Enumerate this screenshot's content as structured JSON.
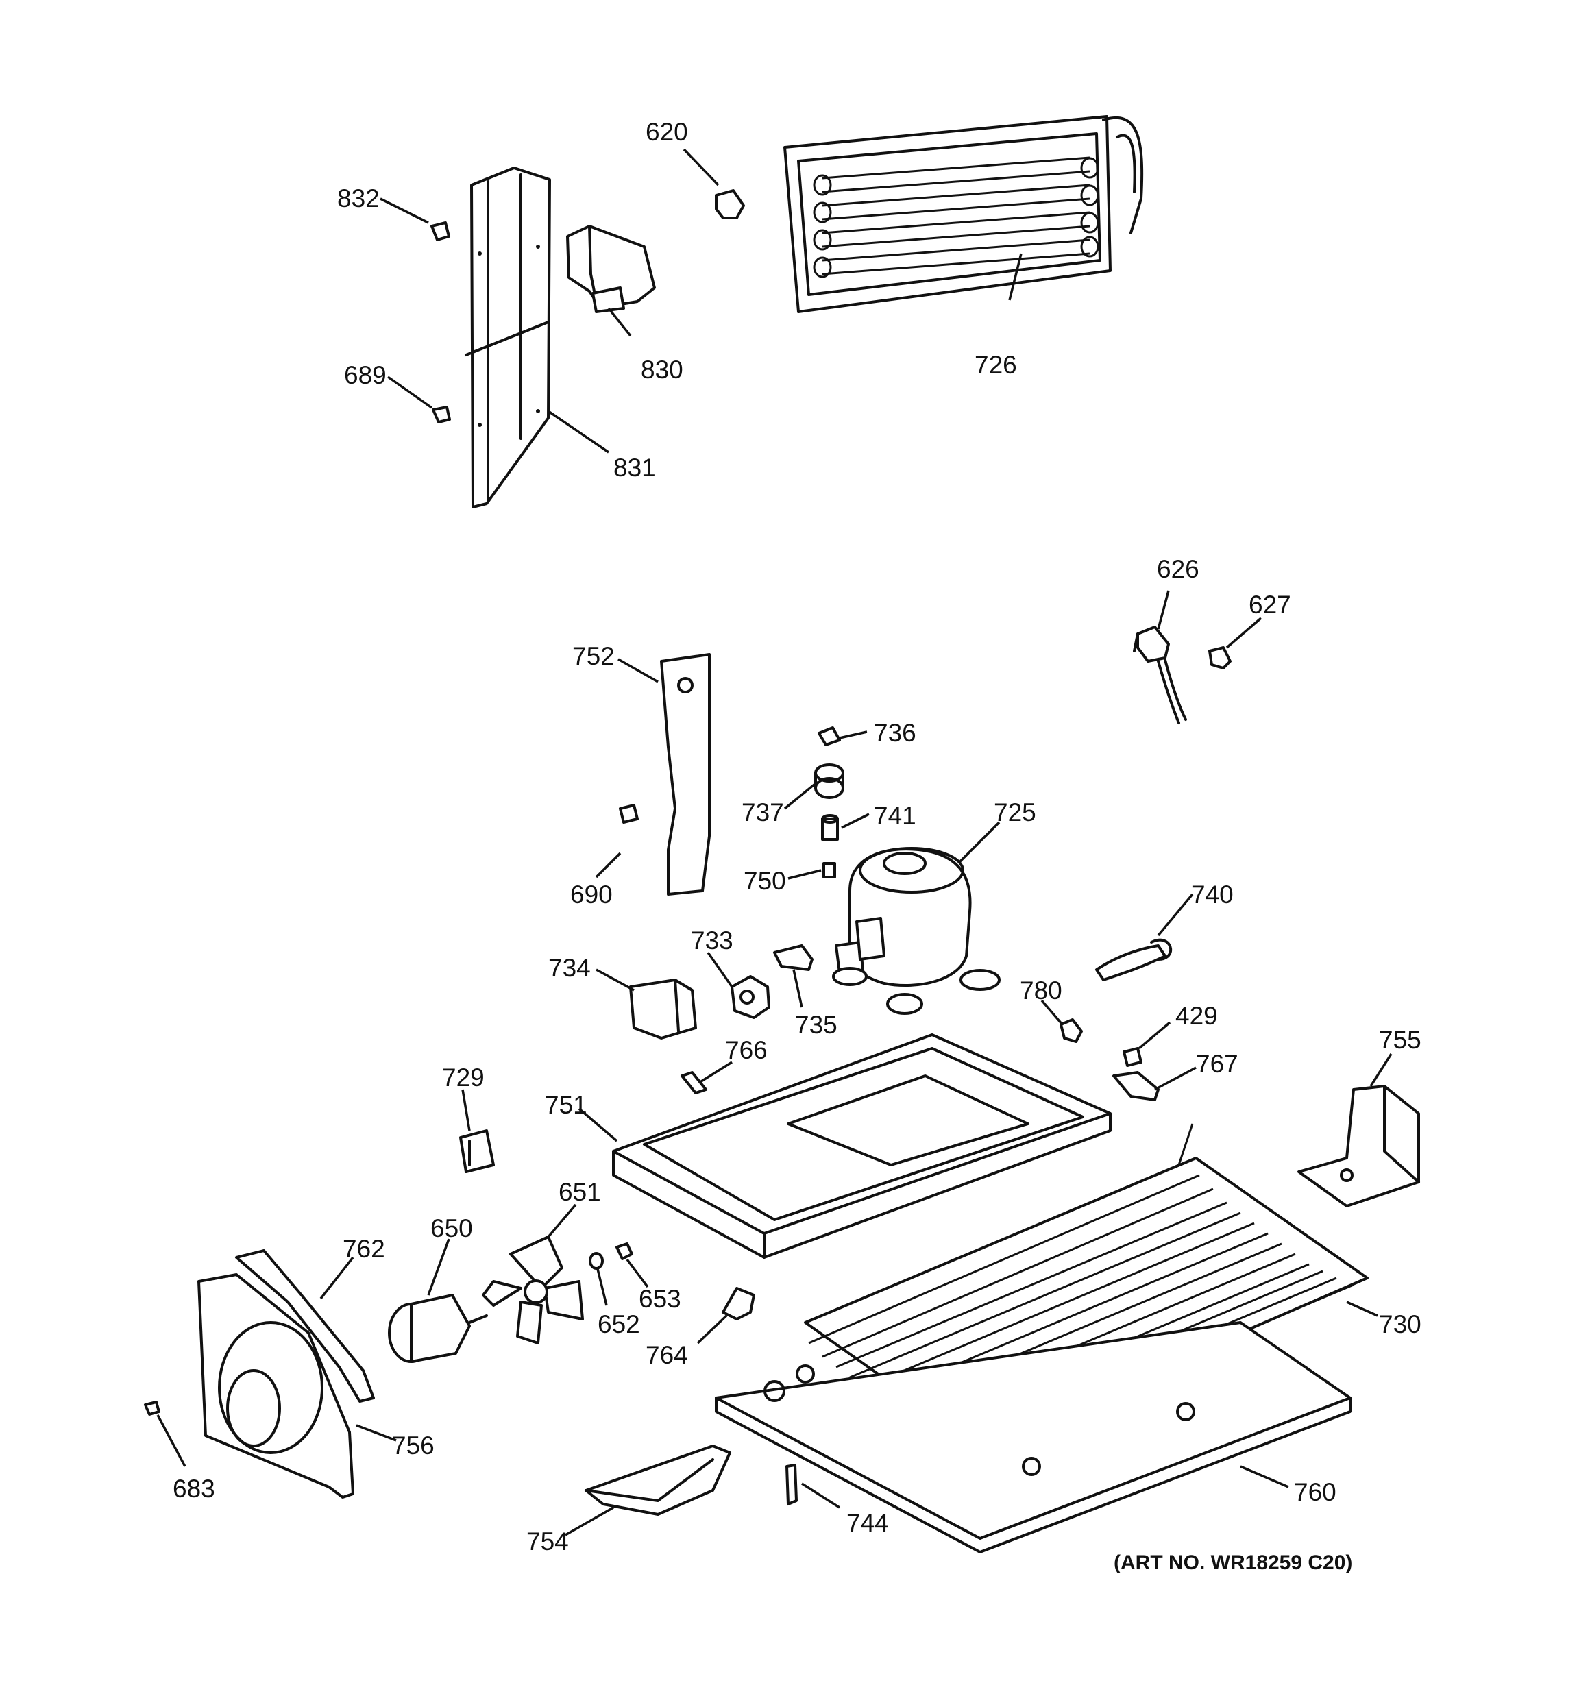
{
  "callouts": {
    "c620": "620",
    "c726": "726",
    "c832": "832",
    "c830": "830",
    "c689": "689",
    "c831": "831",
    "c626": "626",
    "c627": "627",
    "c752": "752",
    "c736": "736",
    "c737": "737",
    "c741": "741",
    "c725": "725",
    "c690": "690",
    "c750": "750",
    "c740": "740",
    "c733": "733",
    "c734": "734",
    "c735": "735",
    "c780": "780",
    "c429": "429",
    "c766": "766",
    "c755": "755",
    "c767": "767",
    "c729": "729",
    "c751": "751",
    "c651": "651",
    "c650": "650",
    "c762": "762",
    "c653": "653",
    "c652": "652",
    "c764": "764",
    "c730": "730",
    "c683": "683",
    "c756": "756",
    "c760": "760",
    "c754": "754",
    "c744": "744"
  },
  "art_number": "(ART NO. WR18259 C20)"
}
